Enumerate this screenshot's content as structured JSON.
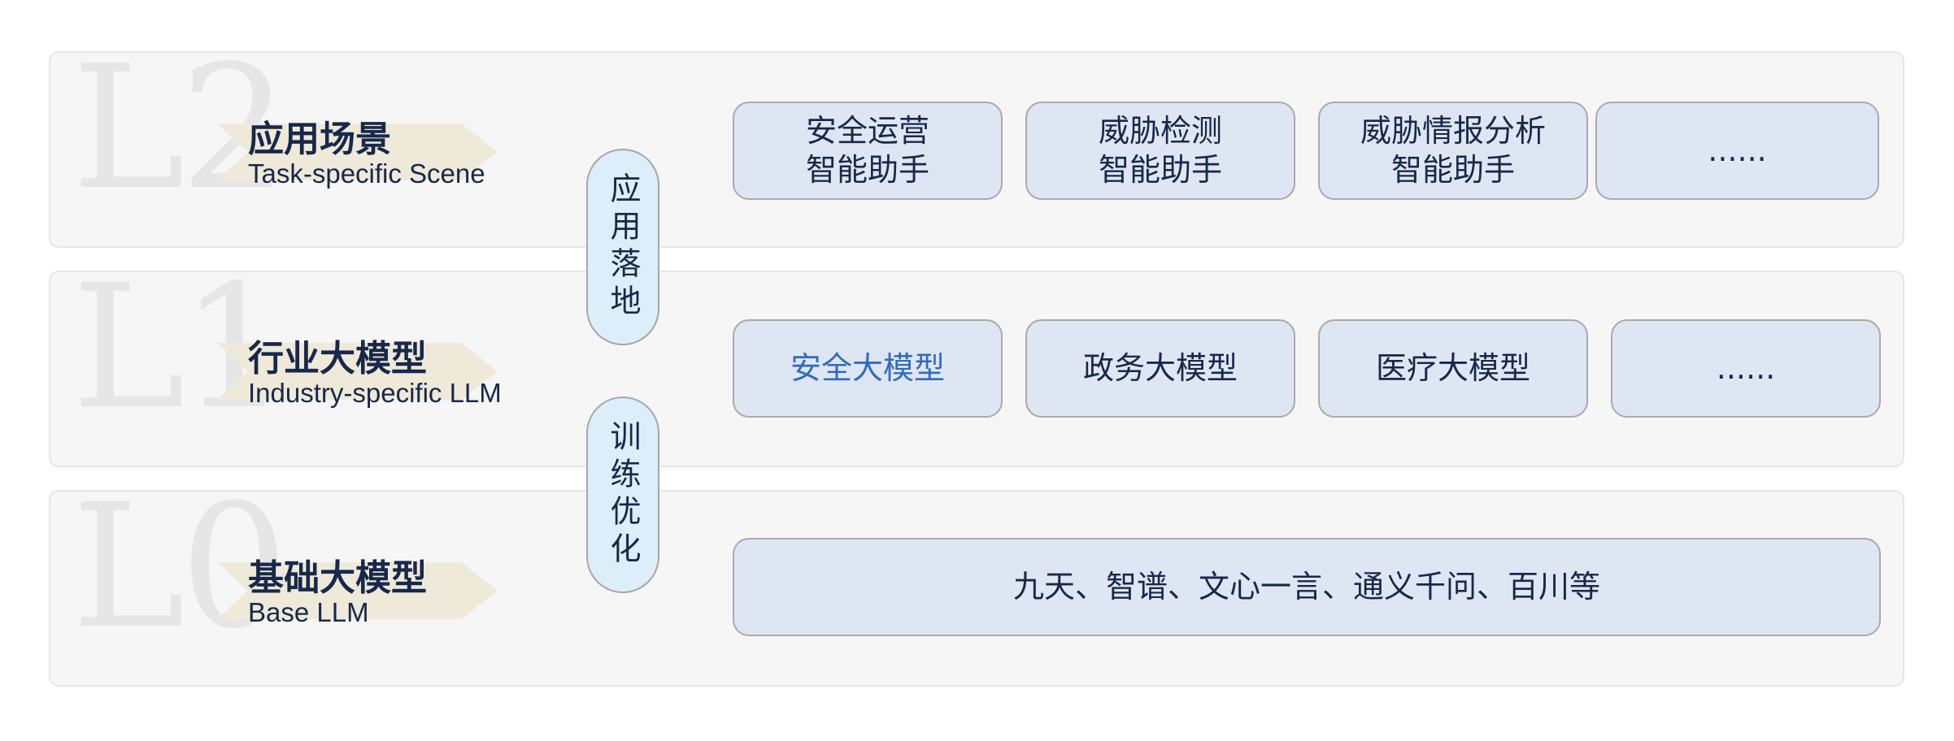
{
  "layers": [
    {
      "letter": "L2",
      "title": "应用场景",
      "subtitle": "Task-specific Scene",
      "items": [
        {
          "lines": [
            "安全运营",
            "智能助手"
          ]
        },
        {
          "lines": [
            "威胁检测",
            "智能助手"
          ]
        },
        {
          "lines": [
            "威胁情报分析",
            "智能助手"
          ]
        },
        {
          "lines": [
            "......"
          ]
        }
      ]
    },
    {
      "letter": "L1",
      "title": "行业大模型",
      "subtitle": "Industry-specific LLM",
      "items": [
        {
          "lines": [
            "安全大模型"
          ],
          "highlight": true
        },
        {
          "lines": [
            "政务大模型"
          ]
        },
        {
          "lines": [
            "医疗大模型"
          ]
        },
        {
          "lines": [
            "......"
          ]
        }
      ]
    },
    {
      "letter": "L0",
      "title": "基础大模型",
      "subtitle": "Base LLM",
      "items": [
        {
          "lines": [
            "九天、智谱、文心一言、通义千问、百川等"
          ]
        }
      ]
    }
  ],
  "connectors": {
    "top": "应用落地",
    "bottom": "训练优化"
  },
  "colors": {
    "layer_bg": "#f7f6f6",
    "box_bg": "#dfe6f3",
    "pill_bg": "#dbeefa",
    "text": "#17284a",
    "highlight": "#2f6cc0",
    "arrow": "#efe9da"
  }
}
